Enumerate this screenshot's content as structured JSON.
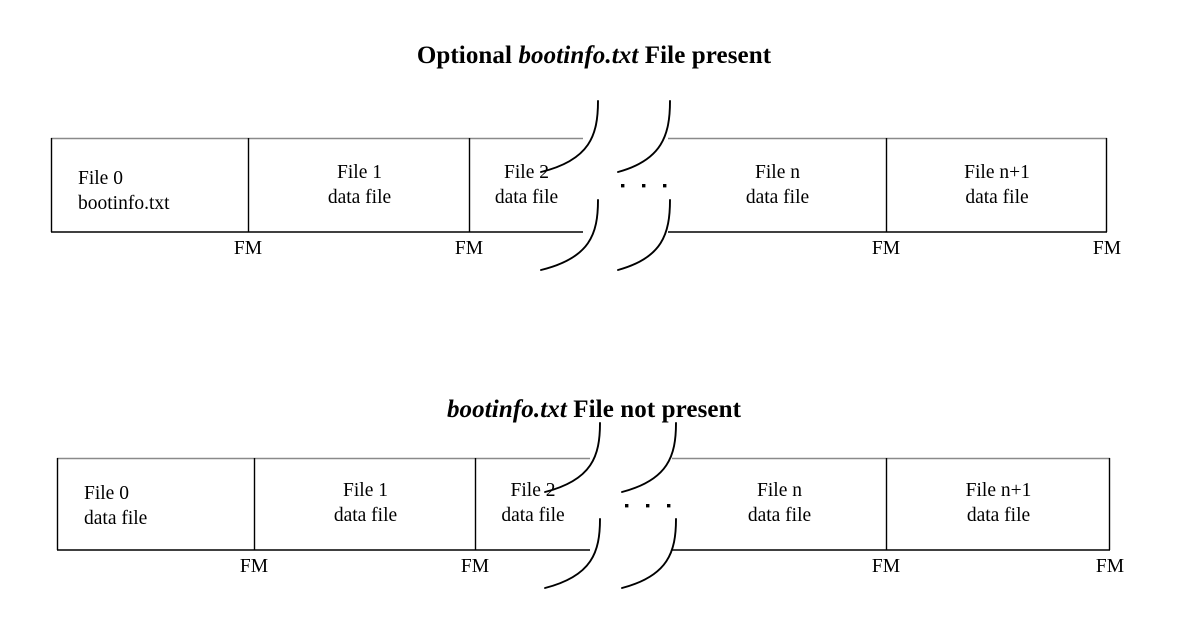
{
  "figure": {
    "kind": "tape-layout-diagram",
    "ink_color": "#000000",
    "top_edge_color": "#8a8a8a",
    "background": "#ffffff"
  },
  "diagrams": [
    {
      "id": "bootinfo-present",
      "title": {
        "prefix": "Optional ",
        "emphasis": "bootinfo.txt",
        "suffix": " File present"
      },
      "cells": [
        {
          "line1": "File 0",
          "line2": "bootinfo.txt",
          "align": "left"
        },
        {
          "line1": "File 1",
          "line2": "data file",
          "align": "center"
        },
        {
          "line1": "File 2",
          "line2": "data file",
          "align": "center"
        },
        {
          "line1": "File n",
          "line2": "data file",
          "align": "center"
        },
        {
          "line1": "File n+1",
          "line2": "data file",
          "align": "center"
        }
      ],
      "marks": [
        {
          "label": "FM"
        },
        {
          "label": "FM"
        },
        {
          "label": "FM"
        },
        {
          "label": "FM"
        }
      ],
      "ellipsis": "• • •"
    },
    {
      "id": "bootinfo-absent",
      "title": {
        "prefix": "",
        "emphasis": "bootinfo.txt",
        "suffix": " File not present"
      },
      "cells": [
        {
          "line1": "File 0",
          "line2": "data file",
          "align": "left"
        },
        {
          "line1": "File 1",
          "line2": "data file",
          "align": "center"
        },
        {
          "line1": "File 2",
          "line2": "data file",
          "align": "center"
        },
        {
          "line1": "File n",
          "line2": "data file",
          "align": "center"
        },
        {
          "line1": "File n+1",
          "line2": "data file",
          "align": "center"
        }
      ],
      "marks": [
        {
          "label": "FM"
        },
        {
          "label": "FM"
        },
        {
          "label": "FM"
        },
        {
          "label": "FM"
        }
      ],
      "ellipsis": "• • •"
    }
  ]
}
